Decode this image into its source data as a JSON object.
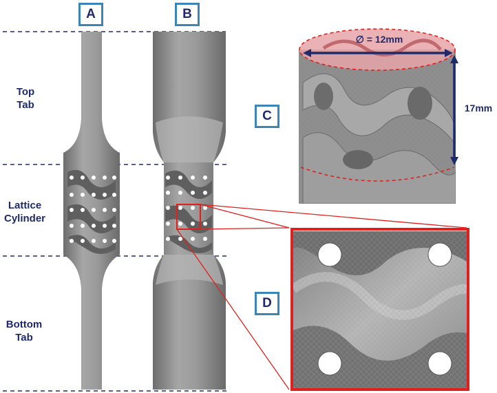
{
  "panels": {
    "a": "A",
    "b": "B",
    "c": "C",
    "d": "D"
  },
  "regions": {
    "top": [
      "Top",
      "Tab"
    ],
    "lattice": [
      "Lattice",
      "Cylinder"
    ],
    "bottom": [
      "Bottom",
      "Tab"
    ]
  },
  "dimensions": {
    "diameter": "∅ = 12mm",
    "height": "17mm"
  },
  "colors": {
    "navy": "#1f2a6b",
    "panel_border": "#3b84b8",
    "zoom_red": "#e0201c",
    "specimen_gray": "#8c8c8c",
    "top_face_pink": "#e8a4a8"
  }
}
